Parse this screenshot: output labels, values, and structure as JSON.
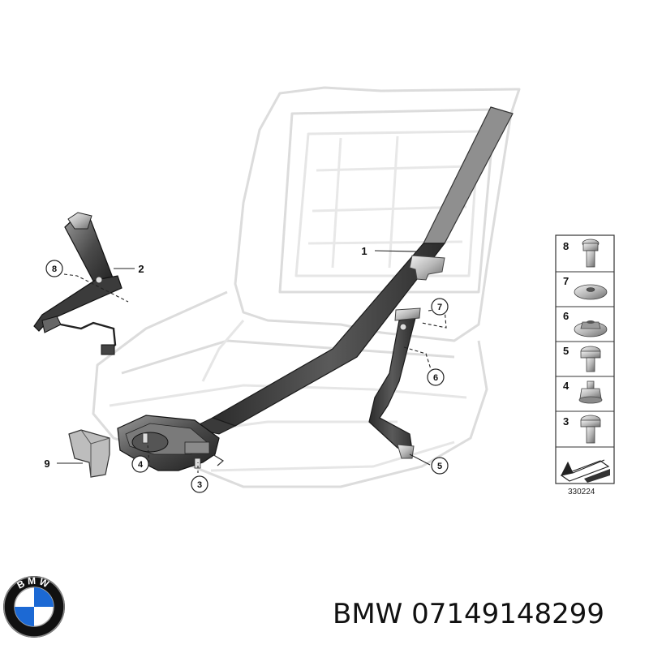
{
  "diagram": {
    "drawing_code": "330224",
    "callouts": {
      "c1": "1",
      "c2": "2",
      "c3": "3",
      "c4": "4",
      "c5": "5",
      "c6": "6",
      "c7": "7",
      "c8": "8",
      "c9": "9"
    },
    "panel": [
      {
        "number": "8",
        "icon": "bolt-icon"
      },
      {
        "number": "7",
        "icon": "washer-icon"
      },
      {
        "number": "6",
        "icon": "flange-nut-icon"
      },
      {
        "number": "5",
        "icon": "screw-icon"
      },
      {
        "number": "4",
        "icon": "nut-icon"
      },
      {
        "number": "3",
        "icon": "screw-icon"
      }
    ]
  },
  "brand": {
    "logo_text": "BMW",
    "caption": "BMW 07149148299",
    "colors": {
      "logo_blue": "#1c69d4",
      "logo_ring": "#111111"
    }
  }
}
